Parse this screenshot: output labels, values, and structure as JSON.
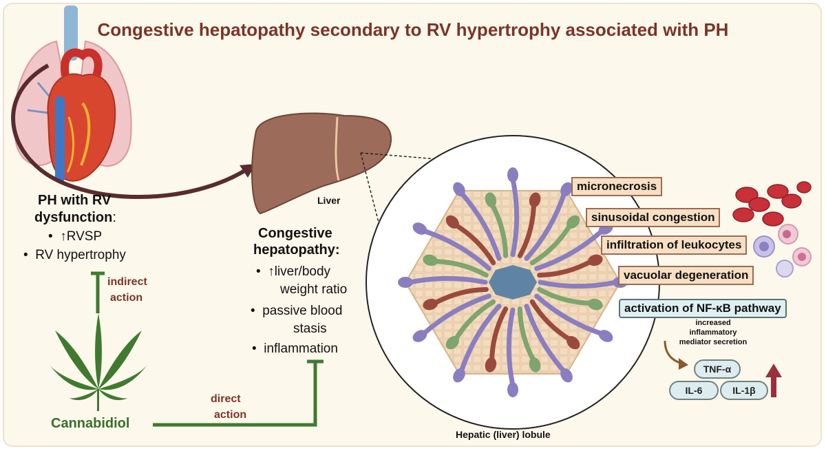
{
  "title": "Congestive hepatopathy secondary to RV hypertrophy associated with PH",
  "left": {
    "heading_line1": "PH with RV",
    "heading_line2": "dysfunction",
    "heading_colon": ":",
    "bullets": [
      "↑RVSP",
      "RV hypertrophy"
    ],
    "indirect_line1": "indirect",
    "indirect_line2": "action",
    "compound": "Cannabidiol"
  },
  "middle": {
    "liver_label": "Liver",
    "heading_line1": "Congestive",
    "heading_line2": "hepatopathy:",
    "bullets": [
      {
        "line1": "↑liver/body",
        "line2": "weight ratio"
      },
      {
        "line1": "passive blood",
        "line2": "stasis"
      },
      {
        "line1": "inflammation",
        "line2": ""
      }
    ],
    "direct_line1": "direct",
    "direct_line2": "action"
  },
  "lobule": {
    "caption": "Hepatic (liver) lobule",
    "effects": [
      "micronecrosis",
      "sinusoidal congestion",
      "infiltration of leukocytes",
      "vacuolar degeneration",
      "activation of NF-κB pathway"
    ],
    "secretion_line1": "increased",
    "secretion_line2": "inflammatory",
    "secretion_line3": "mediator secretion",
    "cytokines": [
      "TNF-α",
      "IL-6",
      "IL-1β"
    ]
  },
  "colors": {
    "title": "#7b3427",
    "inhibit_green": "#3f7a2f",
    "arrow_brown": "#5a2b2e",
    "liver": "#9c6b5a",
    "up_arrow": "#9b2f3c"
  }
}
